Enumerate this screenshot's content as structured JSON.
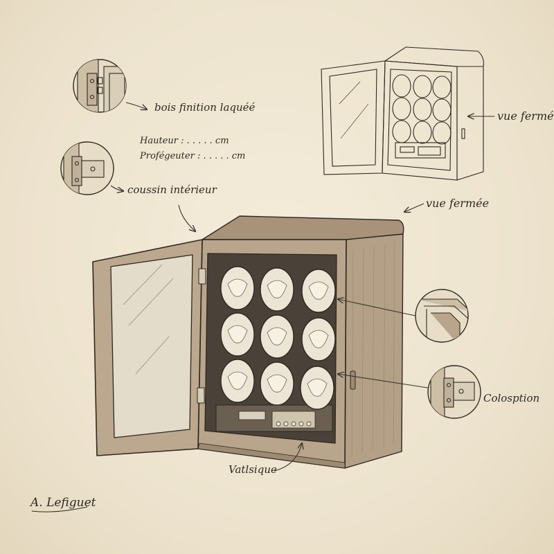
{
  "labels": {
    "finish": "bois finition laquéé",
    "height": "Hauteur : . . . . . cm",
    "depth": "Profégeuter : . . . . . cm",
    "cushion": "coussin intérieur",
    "closed_view_top": "vue fermée",
    "closed_view_main": "vue fermée",
    "closure": "Colosption",
    "bottom": "Vatlsique"
  },
  "signature": "A. Lefiguet",
  "colors": {
    "paper": "#efe6d2",
    "ink": "#2e2820",
    "wood": "#b3a086",
    "wood_dark": "#8e7b63",
    "interior": "#4a4239",
    "cushion": "#ece4d4"
  }
}
